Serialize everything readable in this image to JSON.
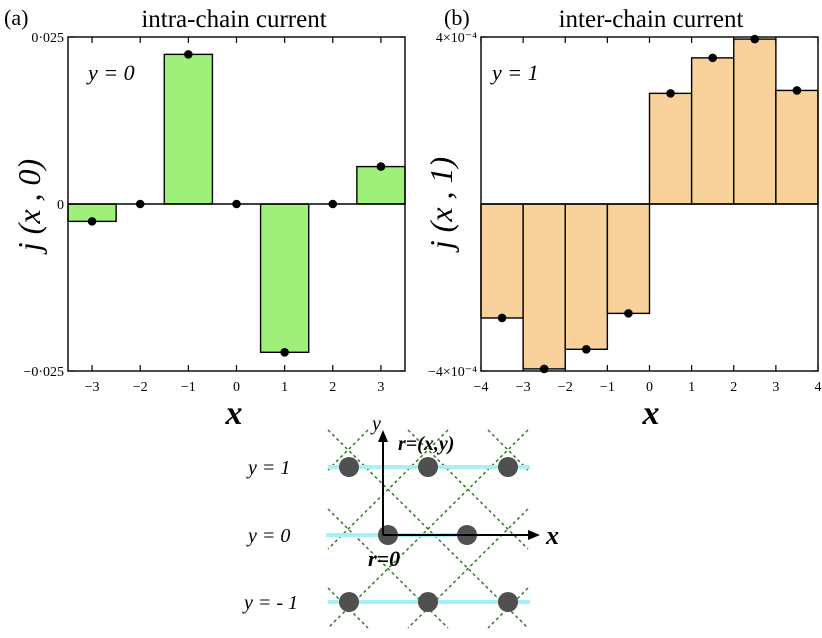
{
  "panels": {
    "a": {
      "label": "(a)",
      "title": "intra-chain current",
      "annotation": "y = 0",
      "xlabel": "x",
      "ylabel": "j (x , 0)",
      "yticks": [
        "0·025",
        "0",
        "−0·025"
      ],
      "xticks": [
        "−3",
        "−2",
        "−1",
        "0",
        "1",
        "2",
        "3"
      ]
    },
    "b": {
      "label": "(b)",
      "title": "inter-chain current",
      "annotation": "y = 1",
      "xlabel": "x",
      "ylabel": "j (x , 1)",
      "yticks": [
        "4×10⁻⁴",
        "−4×10⁻⁴"
      ],
      "xticks": [
        "−4",
        "−3",
        "−2",
        "−1",
        "0",
        "1",
        "2",
        "3",
        "4"
      ]
    }
  },
  "lattice": {
    "row_labels": [
      "y = 1",
      "y = 0",
      "y = - 1"
    ],
    "y_axis_label": "y",
    "x_axis_label": "x",
    "r_label": "r=(x,y)",
    "origin_label": "r=0"
  },
  "colors": {
    "green_fill": "#9ef07a",
    "orange_fill": "#f9d29b",
    "chain_line": "#a8f0f8",
    "bond_line": "#2e7d1f",
    "site": "#505050"
  },
  "chart_data": [
    {
      "type": "bar",
      "title": "intra-chain current",
      "xlabel": "x",
      "ylabel": "j (x , 0)",
      "x": [
        -3,
        -2,
        -1,
        0,
        1,
        2,
        3
      ],
      "values": [
        -0.0026,
        0,
        0.0224,
        0,
        -0.0222,
        0,
        0.0056
      ],
      "xlim": [
        -3.5,
        3.5
      ],
      "ylim": [
        -0.025,
        0.025
      ]
    },
    {
      "type": "bar",
      "title": "inter-chain current",
      "xlabel": "x",
      "ylabel": "j (x , 1)",
      "x": [
        -3.5,
        -2.5,
        -1.5,
        -0.5,
        0.5,
        1.5,
        2.5,
        3.5
      ],
      "values": [
        -0.000273,
        -0.000395,
        -0.000348,
        -0.000262,
        0.000265,
        0.00035,
        0.000395,
        0.000272
      ],
      "xlim": [
        -4,
        4
      ],
      "ylim": [
        -0.0004,
        0.0004
      ]
    }
  ]
}
